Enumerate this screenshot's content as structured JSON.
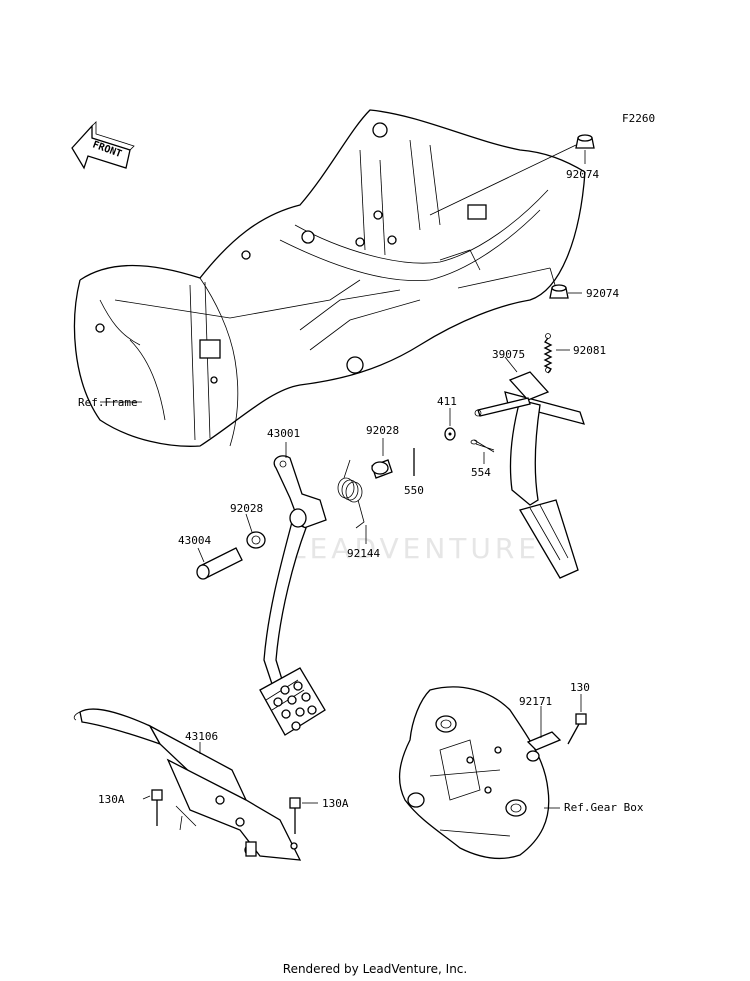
{
  "diagram_code": "F2260",
  "front_arrow_label": "FRONT",
  "watermark": "LEADVENTURE",
  "footer": "Rendered by LeadVenture, Inc.",
  "callouts": {
    "p92074_top": "92074",
    "p92074_mid": "92074",
    "p92081": "92081",
    "p39075": "39075",
    "p411": "411",
    "p554": "554",
    "ref_frame": "Ref.Frame",
    "p43001": "43001",
    "p92028_top": "92028",
    "p550": "550",
    "p92028_left": "92028",
    "p43004": "43004",
    "p92144": "92144",
    "p130_right": "130",
    "p92171": "92171",
    "p43106": "43106",
    "p130A_left": "130A",
    "p130A_right": "130A",
    "ref_gearbox": "Ref.Gear Box"
  }
}
